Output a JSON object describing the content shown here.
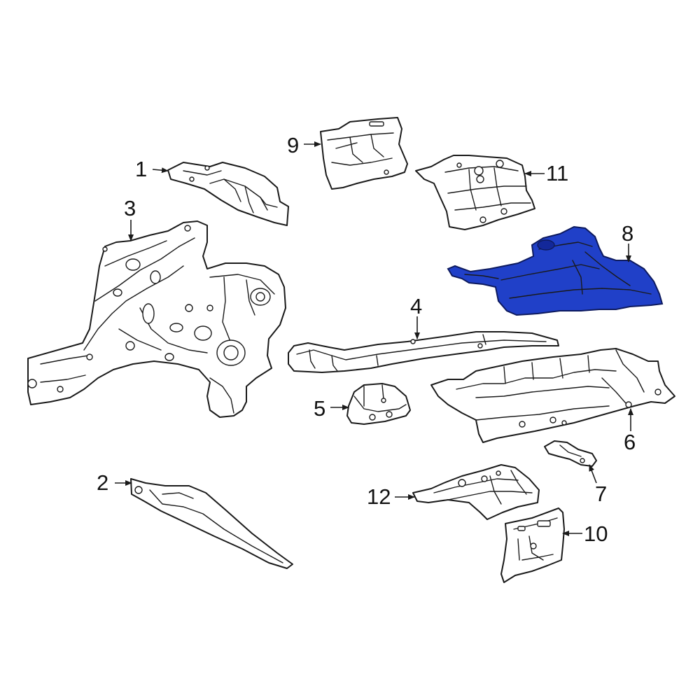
{
  "diagram": {
    "callouts": [
      {
        "id": "1",
        "label": "1"
      },
      {
        "id": "2",
        "label": "2"
      },
      {
        "id": "3",
        "label": "3"
      },
      {
        "id": "4",
        "label": "4"
      },
      {
        "id": "5",
        "label": "5"
      },
      {
        "id": "6",
        "label": "6"
      },
      {
        "id": "7",
        "label": "7"
      },
      {
        "id": "8",
        "label": "8"
      },
      {
        "id": "9",
        "label": "9"
      },
      {
        "id": "10",
        "label": "10"
      },
      {
        "id": "11",
        "label": "11"
      },
      {
        "id": "12",
        "label": "12"
      }
    ],
    "highlighted_part": "8",
    "colors": {
      "highlight": "#2040c8",
      "highlight_dark": "#13289a",
      "outline": "#1a1a1a",
      "background": "#ffffff"
    }
  }
}
